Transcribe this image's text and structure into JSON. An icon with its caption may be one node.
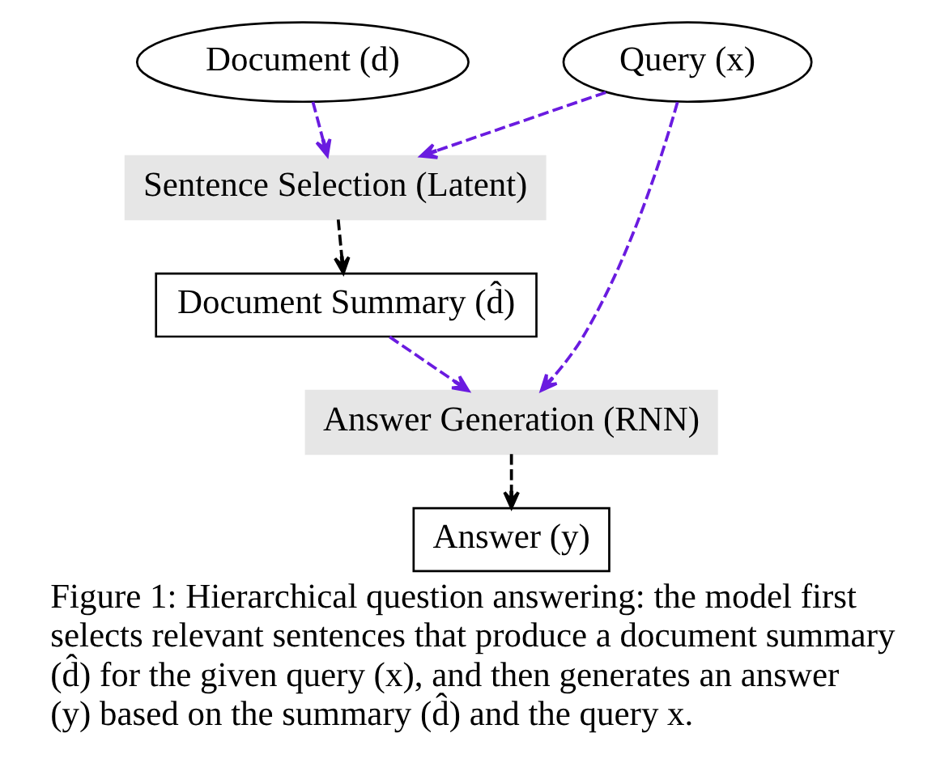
{
  "diagram": {
    "caption": "Figure 1: Hierarchical question answering: the model first selects relevant sentences that produce a document summary (d̂) for the given query (x), and then generates an answer (y) based on the summary (d̂) and the query x.",
    "nodes": [
      {
        "text": [
          "Query (x)"
        ]
      },
      {
        "text": [
          "Document (d)"
        ]
      },
      {
        "text": [
          "Sentence Selection (Latent)"
        ]
      },
      {
        "text": [
          "Document Summary (d̂)"
        ]
      },
      {
        "text": [
          "Answer Generation (RNN)"
        ]
      },
      {
        "text": [
          "Answer (y)"
        ]
      }
    ],
    "edges": [
      {
        "from": 0,
        "to": 2,
        "arrow": "to",
        "style": "dashed"
      },
      {
        "from": 1,
        "to": 2,
        "arrow": "to",
        "style": "dashed"
      },
      {
        "from": 2,
        "to": 3,
        "arrow": "to",
        "style": "dashed",
        "color": "#000000"
      },
      {
        "from": 3,
        "to": 4,
        "arrow": "to",
        "style": "dashed"
      },
      {
        "from": 0,
        "to": 4,
        "arrow": "to",
        "style": "dashed"
      },
      {
        "from": 4,
        "to": 5,
        "arrow": "to",
        "style": "dashed",
        "color": "#000000"
      }
    ]
  }
}
